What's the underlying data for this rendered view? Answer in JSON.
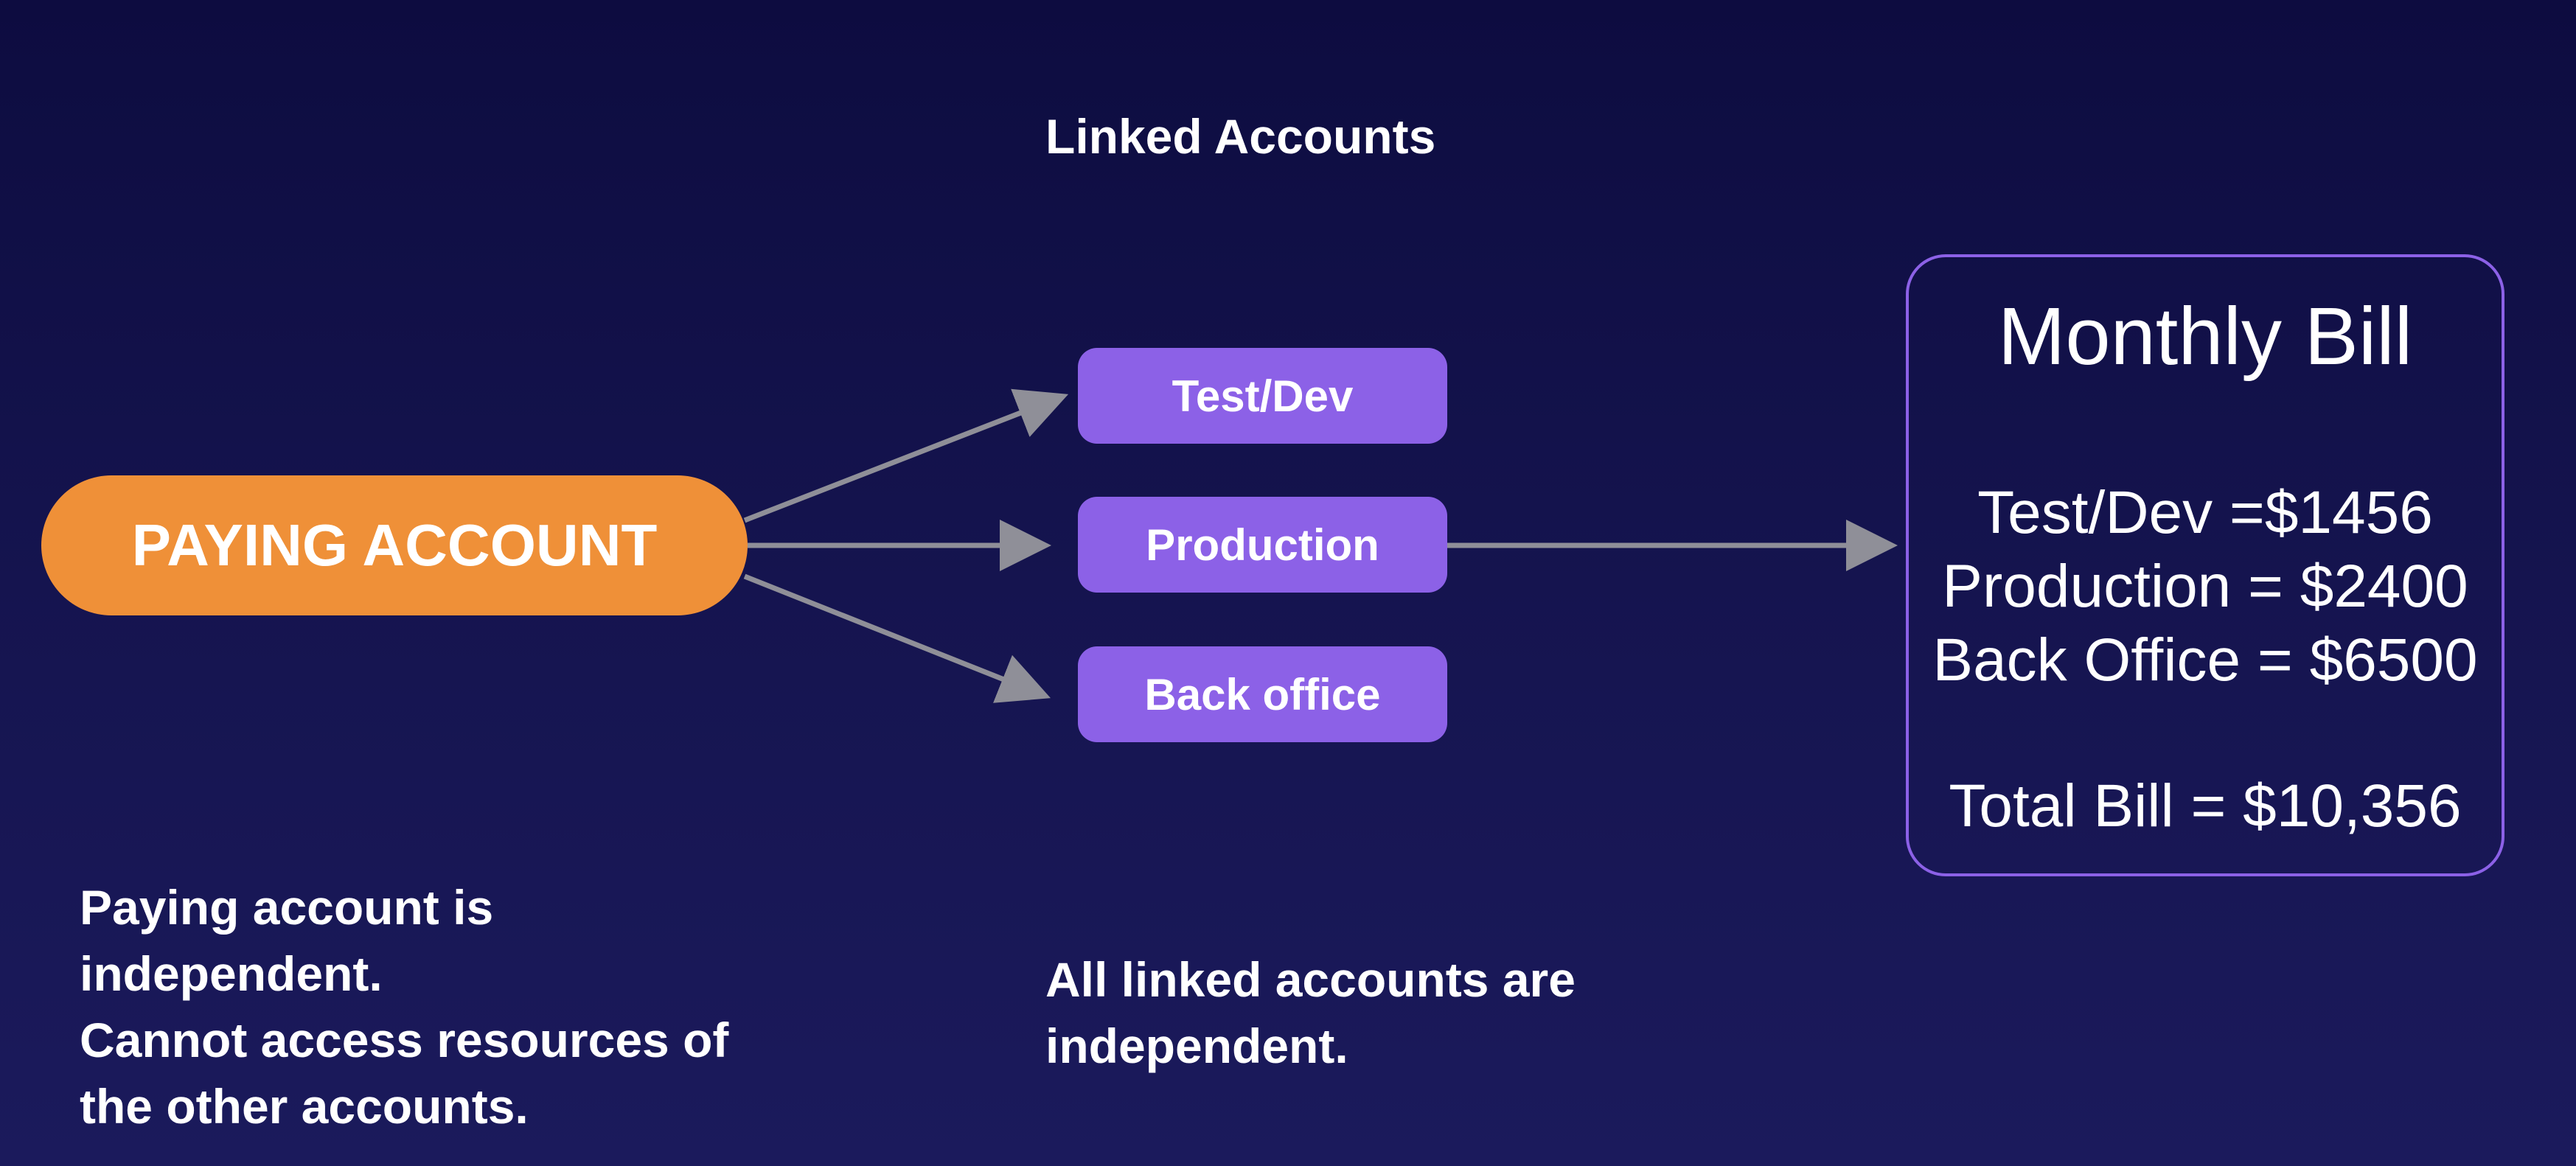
{
  "heading": "Linked Accounts",
  "paying_account": {
    "label": "PAYING ACCOUNT"
  },
  "linked_accounts": [
    {
      "label": "Test/Dev"
    },
    {
      "label": "Production"
    },
    {
      "label": "Back office"
    }
  ],
  "monthly_bill": {
    "title": "Monthly Bill",
    "lines": [
      "Test/Dev =$1456",
      "Production = $2400",
      "Back Office = $6500"
    ],
    "total": "Total Bill = $10,356"
  },
  "notes": {
    "paying": [
      "Paying account is",
      "independent.",
      "Cannot access resources of",
      "the other accounts."
    ],
    "linked": [
      "All linked accounts are",
      "independent."
    ]
  },
  "colors": {
    "background_top": "#0d0c40",
    "background_bottom": "#1b1a5c",
    "paying_account": "#ef9038",
    "linked_account": "#8c61e7",
    "bill_border": "#8c61e7",
    "arrow": "#8f8f98",
    "text": "#ffffff"
  }
}
